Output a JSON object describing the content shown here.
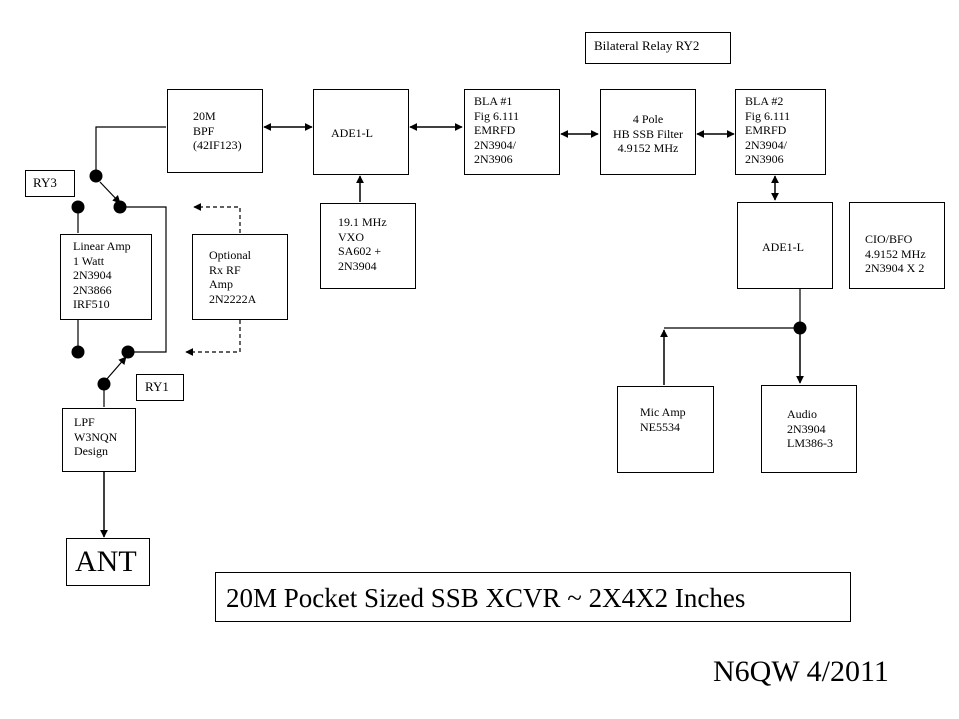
{
  "blocks": {
    "bpf_20m": [
      "20M",
      "BPF",
      "(42IF123)"
    ],
    "ade1l_rx": [
      "ADE1-L"
    ],
    "bla1": [
      "BLA #1",
      "Fig 6.111",
      "EMRFD",
      "2N3904/",
      "2N3906"
    ],
    "ssb_filter": [
      "4 Pole",
      "HB SSB Filter",
      "4.9152 MHz"
    ],
    "bla2": [
      "BLA #2",
      "Fig 6.111",
      "EMRFD",
      "2N3904/",
      "2N3906"
    ],
    "vxo": [
      "19.1 MHz",
      "VXO",
      "SA602 +",
      "2N3904"
    ],
    "linear_amp": [
      "Linear Amp",
      "1 Watt",
      "2N3904",
      "2N3866",
      "IRF510"
    ],
    "rx_rf_amp": [
      "Optional",
      "Rx RF",
      "Amp",
      "2N2222A"
    ],
    "ade1l_pd": [
      "ADE1-L"
    ],
    "cio_bfo": [
      "CIO/BFO",
      "4.9152 MHz",
      "2N3904 X 2"
    ],
    "mic_amp": [
      "Mic Amp",
      "NE5534"
    ],
    "audio": [
      "Audio",
      "2N3904",
      "LM386-3"
    ],
    "lpf": [
      "LPF",
      "W3NQN",
      "Design"
    ]
  },
  "labels": {
    "relay_ry2": "Bilateral Relay RY2",
    "ry3": "RY3",
    "ry1": "RY1",
    "antenna": "ANT",
    "title": "20M Pocket Sized SSB XCVR ~ 2X4X2 Inches",
    "author_date": "N6QW 4/2011"
  }
}
